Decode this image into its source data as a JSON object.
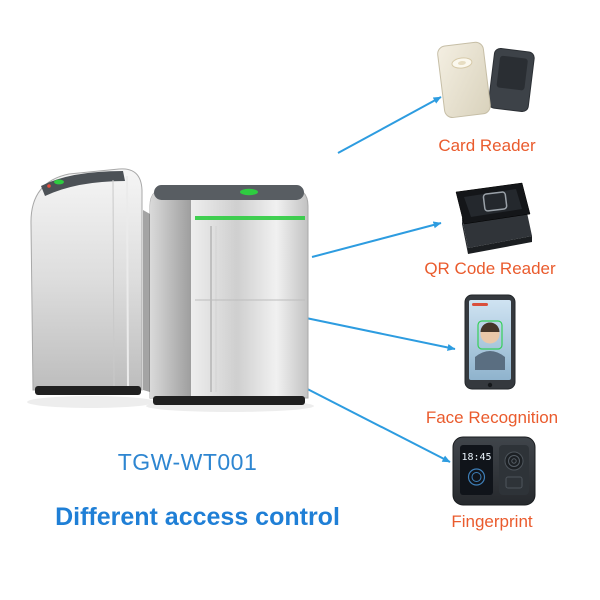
{
  "title_block": {
    "model": "TGW-WT001",
    "tagline": "Different access control"
  },
  "access_options": [
    {
      "id": "card-reader",
      "label": "Card Reader"
    },
    {
      "id": "qr-code-reader",
      "label": "QR Code Reader"
    },
    {
      "id": "face-recognition",
      "label": "Face Recognition"
    },
    {
      "id": "fingerprint",
      "label": "Fingerprint",
      "screen_time": "18:45"
    }
  ],
  "colors": {
    "label_orange": "#ea5b2d",
    "title_blue": "#2e86d1",
    "tagline_blue": "#1f7fd6",
    "arrow_blue": "#2d9ce0",
    "led_green": "#2ecc40"
  }
}
